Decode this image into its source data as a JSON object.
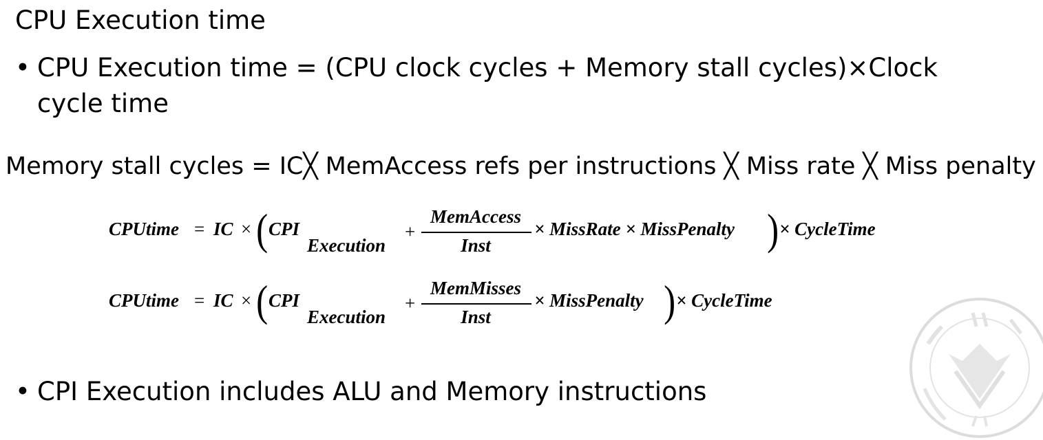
{
  "slide": {
    "title": "CPU Execution time",
    "bullet1": "CPU Execution time = (CPU clock cycles + Memory stall cycles)×Clock cycle time",
    "stall_line": "Memory stall cycles = IC╳ MemAccess refs per instructions ╳  Miss rate ╳  Miss penalty",
    "bullet2": "CPI Execution includes ALU and Memory instructions",
    "bullet_char": "•"
  },
  "equation1": {
    "lhs": "CPUtime",
    "eq": "=",
    "ic": "IC",
    "times": "×",
    "cpi": "CPI",
    "sub": "Execution",
    "plus": "+",
    "num": "MemAccess",
    "den": "Inst",
    "rest": "× MissRate × MissPenalty",
    "tail": "× CycleTime"
  },
  "equation2": {
    "lhs": "CPUtime",
    "eq": "=",
    "ic": "IC",
    "times": "×",
    "cpi": "CPI",
    "sub": "Execution",
    "plus": "+",
    "num": "MemMisses",
    "den": "Inst",
    "rest": "× MissPenalty",
    "tail": "× CycleTime"
  },
  "parens": {
    "open": "(",
    "close": ")"
  },
  "colors": {
    "text": "#000000",
    "background": "#ffffff",
    "watermark": "#dcdcdc"
  }
}
